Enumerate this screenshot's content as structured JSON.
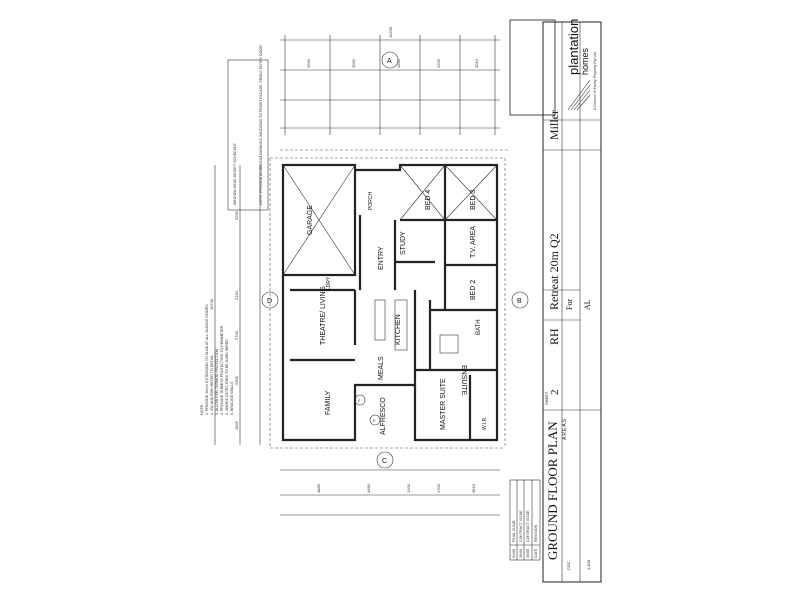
{
  "title_block": {
    "drawing_title": "GROUND FLOOR PLAN",
    "sheet_label": "SHEET",
    "sheet_number": "2",
    "orientation": "RH",
    "house_name": "Retreat 20m Q2",
    "client": "Miller",
    "for_label": "For",
    "lot": "AL",
    "company": "plantation",
    "company_sub": "homes",
    "company_note": "A Division of Fairby Property Pty Ltd",
    "areas_label": "AREAS",
    "scale": "1:100",
    "drawn": "CGC",
    "revisions": [
      {
        "date": "04/08",
        "desc": "FINAL ISSUE"
      },
      {
        "date": "30/08",
        "desc": "CONTRACT ISSUE"
      },
      {
        "date": "30/08",
        "desc": "CONTRACT ISSUE"
      },
      {
        "date": "DATE",
        "desc": "REVISION"
      }
    ]
  },
  "schedule": {
    "title": "WINDOW HEAD HEIGHT SCHEDULE",
    "note": "NOTE: PROVIDE ALUMINIUM AWNINGS WINDOWS TO FRONT FACADE. FRONT ENTRY DOOR"
  },
  "notes": {
    "title": "NOTE:",
    "lines": [
      "1. PROVIDE 40mm EXTENSION TO SLAB AT ALL SLIDING DOORS",
      "2. SW AND RWH REFER TO DETAIL",
      "3. ALLOW FOR TERMITE PROTECTION",
      "4. PROVIDE TERMITE PROTECTION TO PERIMETER",
      "5. SMOKE DETECTORS TO BE HARD WIRED",
      "6. BRACING WALLS"
    ]
  },
  "rooms": {
    "garage": "GARAGE",
    "porch": "PORCH",
    "entry": "ENTRY",
    "study": "STUDY",
    "bed4": "BED 4",
    "bed3": "BED 3",
    "tv": "T.V. AREA",
    "bed2": "BED 2",
    "bath": "BATH",
    "ensuite": "ENSUITE",
    "master": "MASTER SUITE",
    "wir": "W.I.R.",
    "kitchen": "KITCHEN",
    "meals": "MEALS",
    "alfresco": "ALFRESCO",
    "family": "FAMILY",
    "theatre": "THEATRE/ LIVING",
    "lndry": "LDRY"
  },
  "markers": [
    "A",
    "B",
    "C",
    "D",
    "E",
    "F"
  ],
  "dimensions": {
    "overall_top": "16230",
    "overall_left": "19740",
    "top_row": [
      "3990",
      "3030",
      "1950",
      "2200",
      "3010"
    ],
    "bottom_row": [
      "4880",
      "4480",
      "1200",
      "1700",
      "3810"
    ],
    "left_row": [
      "5260",
      "2150",
      "2700",
      "2305",
      "1825"
    ]
  }
}
